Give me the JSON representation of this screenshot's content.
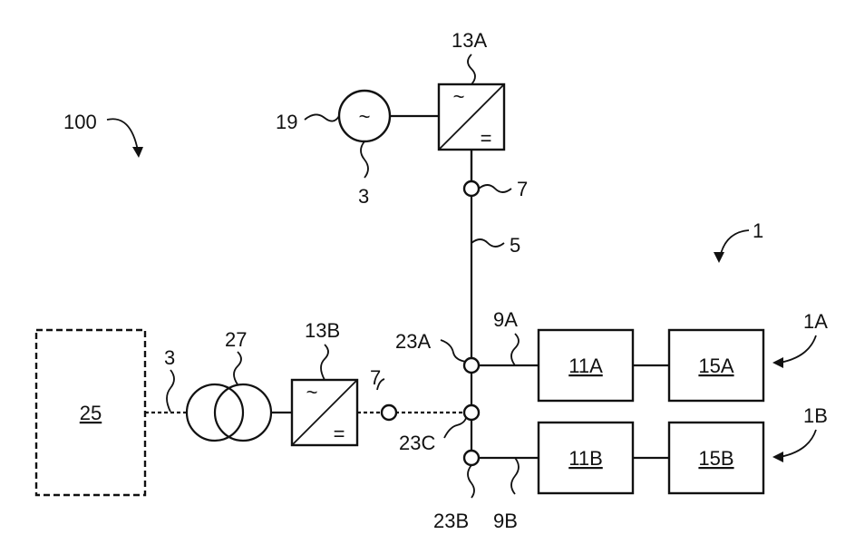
{
  "labels": {
    "system_100": "100",
    "system_1": "1",
    "sub_1a": "1A",
    "sub_1b": "1B",
    "generator_19": "19",
    "line_3_top": "3",
    "line_3_left": "3",
    "converter_13a": "13A",
    "converter_13b": "13B",
    "breaker_7_top": "7",
    "breaker_7_left": "7",
    "bus_5": "5",
    "feeder_9a": "9A",
    "feeder_9b": "9B",
    "node_23a": "23A",
    "node_23b": "23B",
    "node_23c": "23C",
    "transformer_27": "27",
    "box_25": "25",
    "box_11a": "11A",
    "box_15a": "15A",
    "box_11b": "11B",
    "box_15b": "15B",
    "tilde": "~",
    "dc": "="
  }
}
